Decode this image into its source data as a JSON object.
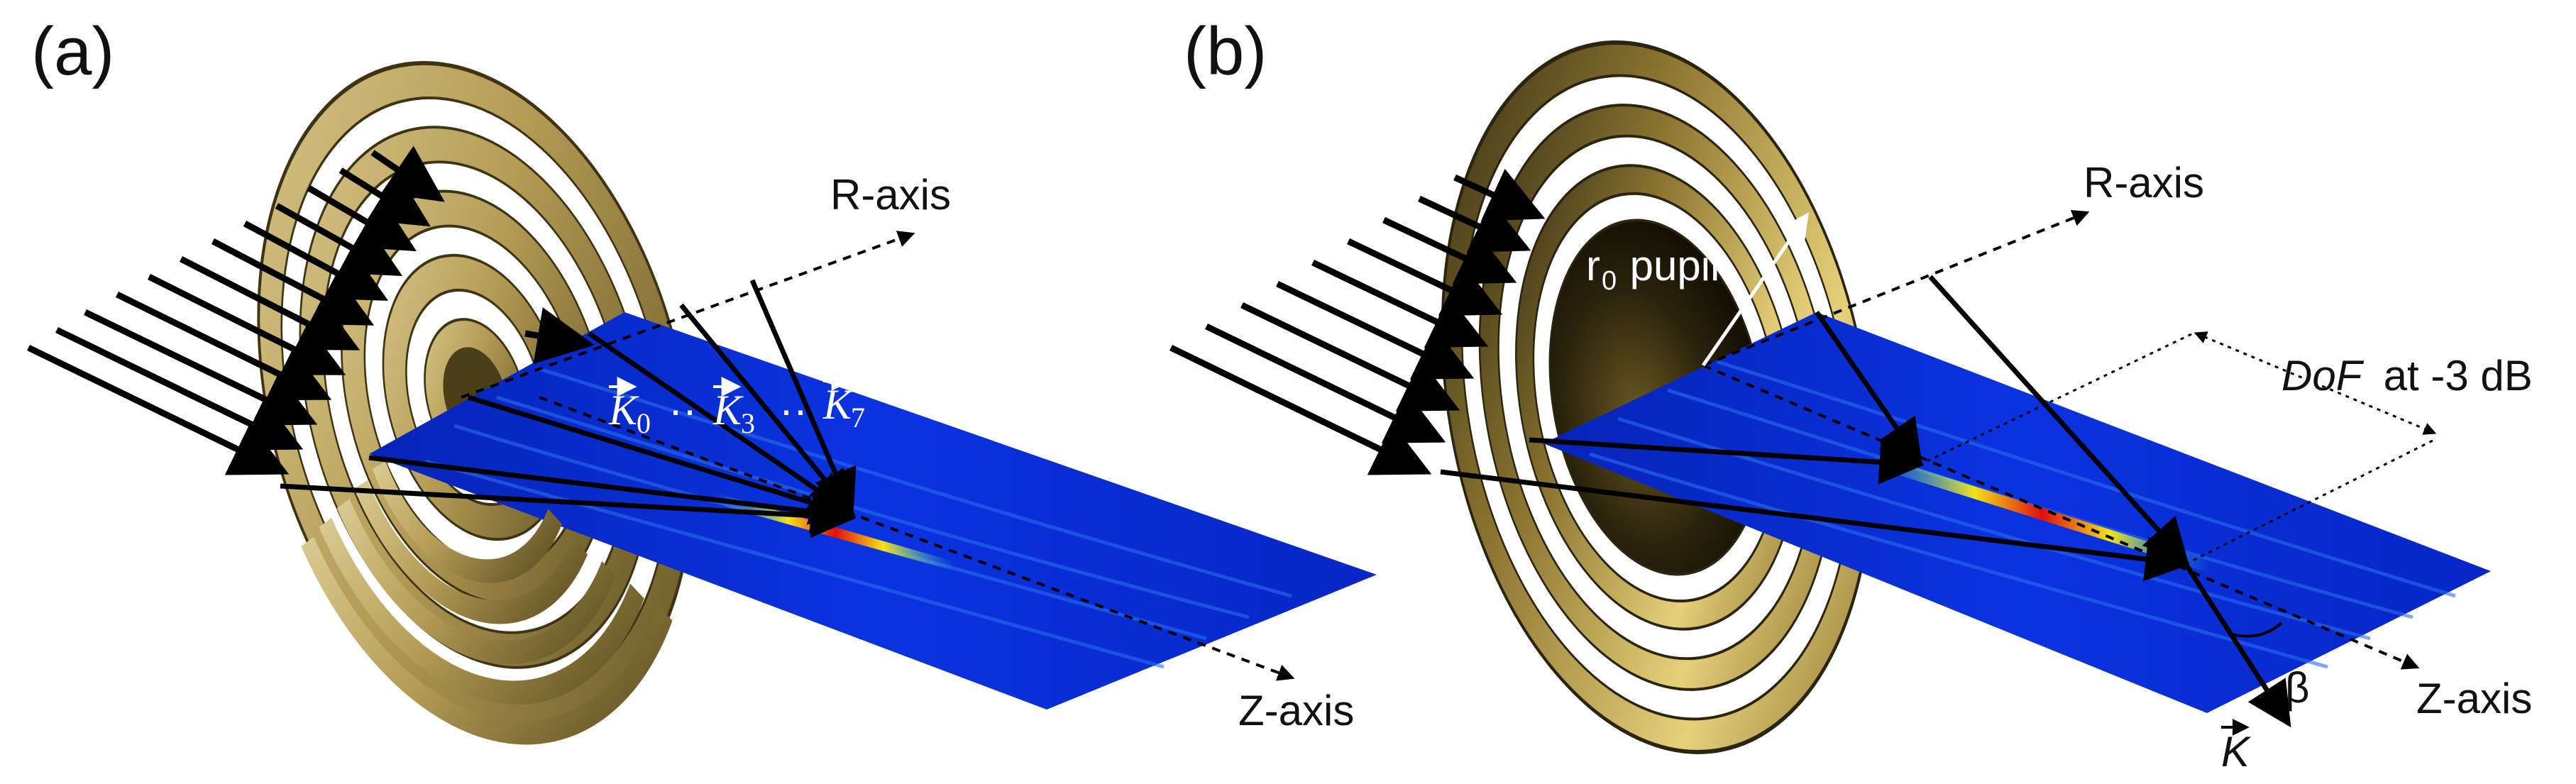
{
  "panels": [
    {
      "id": "a",
      "label": "(a)",
      "r_axis": "R-axis",
      "z_axis": "Z-axis",
      "k0": "K",
      "k0_sub": "0",
      "sep1": "··",
      "k3": "K",
      "k3_sub": "3",
      "sep2": "··",
      "k7": "K",
      "k7_sub": "7"
    },
    {
      "id": "b",
      "label": "(b)",
      "r_axis": "R-axis",
      "z_axis": "Z-axis",
      "pupil_r": "r",
      "pupil_sub": "0",
      "pupil_word": " pupil",
      "dof_italic": "DoF",
      "dof_rest": " at -3 dB",
      "beta": "β",
      "k_vec": "K"
    }
  ],
  "colors": {
    "field_blue": "#0a2fd6",
    "field_cyan": "#2fd3e6",
    "focus_red": "#e01010",
    "focus_yellow": "#f2e21a",
    "brass": "#b8a05a",
    "brass_dark": "#6e5d2a",
    "arrow": "#000000"
  }
}
